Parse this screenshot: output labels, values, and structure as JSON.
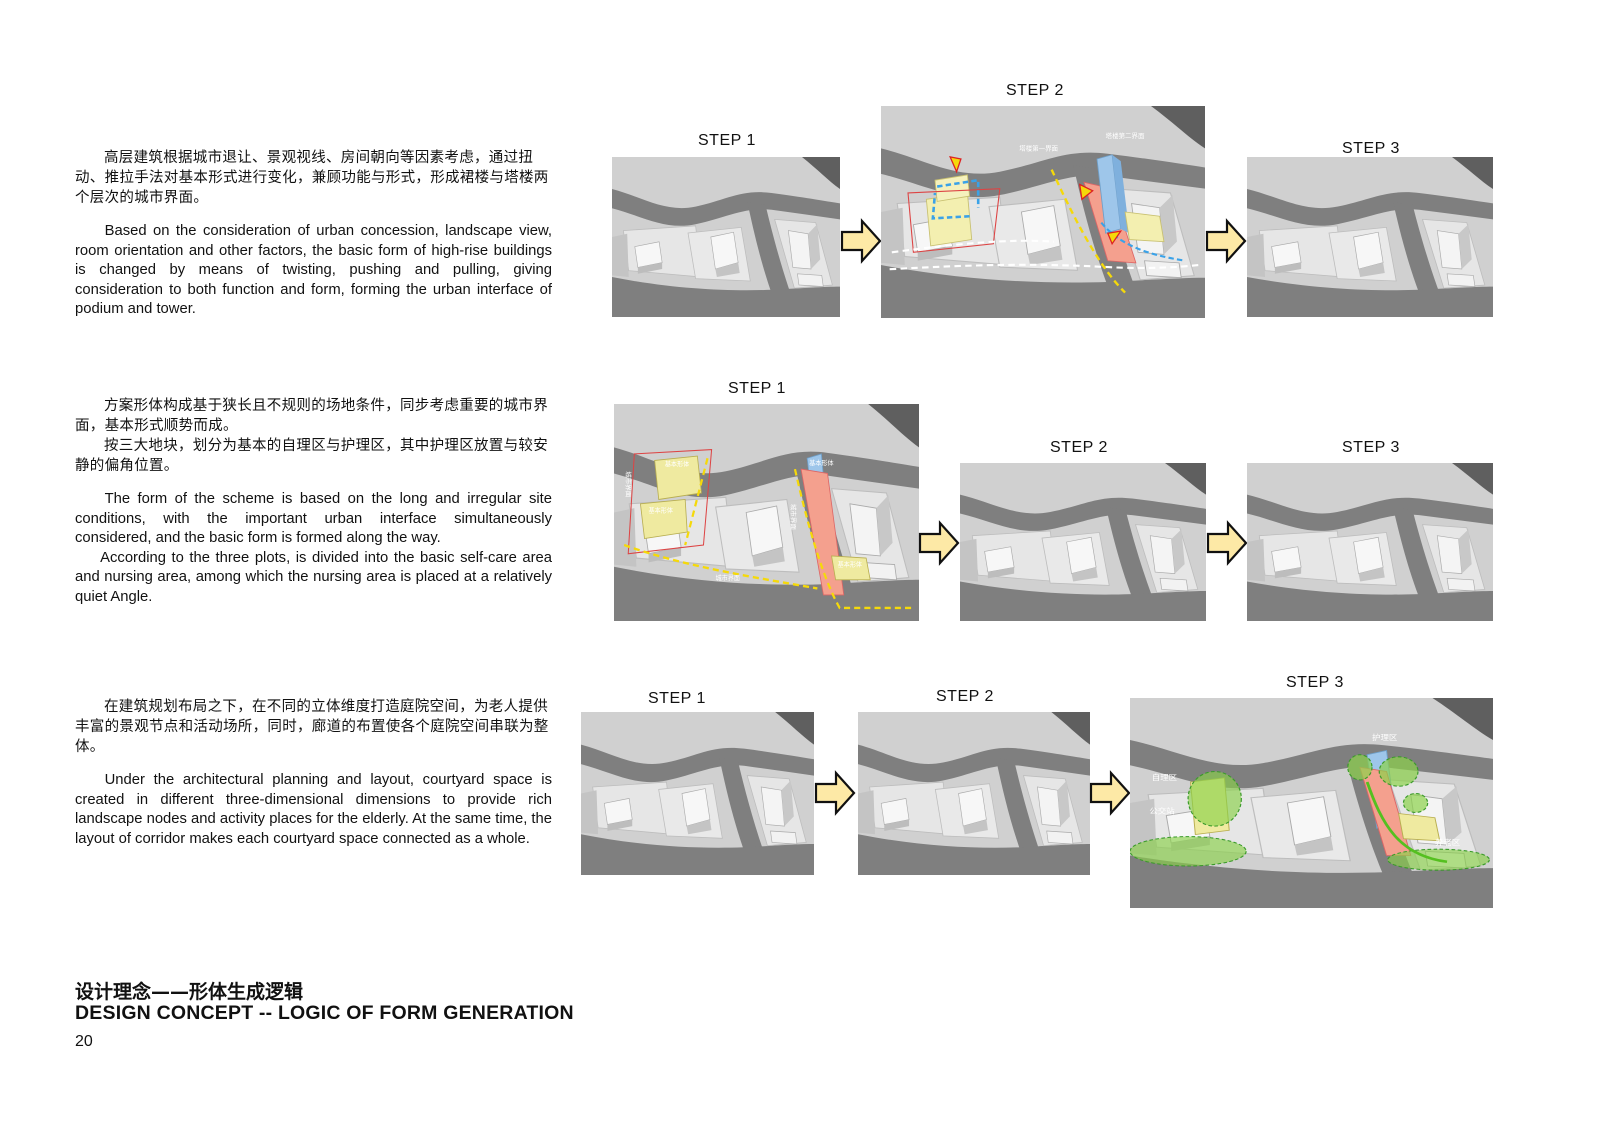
{
  "sections": [
    {
      "cn": [
        "高层建筑根据城市退让、景观视线、房间朝向等因素考虑，通过扭动、推拉手法对基本形式进行变化，兼顾功能与形式，形成裙楼与塔楼两个层次的城市界面。"
      ],
      "en": [
        "Based on the consideration of urban concession, landscape view, room orientation and other factors, the basic form of high-rise buildings is changed by means of twisting, pushing and pulling, giving consideration to both function and form, forming the urban interface of podium and tower."
      ],
      "steps": [
        "STEP 1",
        "STEP 2",
        "STEP 3"
      ],
      "annotations": [
        "塔楼第一界面",
        "塔楼第二界面"
      ]
    },
    {
      "cn": [
        "方案形体构成基于狭长且不规则的场地条件，同步考虑重要的城市界面，基本形式顺势而成。",
        "按三大地块，划分为基本的自理区与护理区，其中护理区放置与较安静的偏角位置。"
      ],
      "en": [
        "The form of the scheme is based on the long and irregular site conditions, with the important urban interface simultaneously considered, and the basic form is formed along the way.",
        "According to the three plots, is divided into the basic self-care area and nursing area, among which the nursing area is placed at a relatively quiet Angle."
      ],
      "steps": [
        "STEP 1",
        "STEP 2",
        "STEP 3"
      ],
      "annotations": [
        "基本形体",
        "基本形体",
        "基本形体",
        "基本形体",
        "城市界面",
        "城市界面",
        "城市界面"
      ]
    },
    {
      "cn": [
        "在建筑规划布局之下，在不同的立体维度打造庭院空间，为老人提供丰富的景观节点和活动场所，同时，廊道的布置使各个庭院空间串联为整体。"
      ],
      "en": [
        "Under the architectural planning and layout, courtyard space is created in different three-dimensional dimensions to provide rich landscape nodes and activity places for the elderly. At the same time, the layout of corridor makes each courtyard space connected as a whole."
      ],
      "steps": [
        "STEP 1",
        "STEP 2",
        "STEP 3"
      ],
      "annotations": [
        "自理区",
        "公交站",
        "护理区",
        "养老区"
      ]
    }
  ],
  "footer": {
    "title_cn": "设计理念——形体生成逻辑",
    "title_en": "DESIGN CONCEPT -- LOGIC OF FORM GENERATION",
    "page_number": "20"
  },
  "colors": {
    "road": "#7f7f7f",
    "ground": "#cfcfcf",
    "building": "#f3f3f3",
    "arrow_fill": "#fde9a6",
    "arrow_stroke": "#111111",
    "yellow_mass": "#f3efb0",
    "salmon": "#f4a08e",
    "blue_tower": "#9ec6ea",
    "green": "#8bd14a",
    "annotation_arrow_blue": "#3aa2e8",
    "annotation_arrow_yellow": "#f5d90a"
  }
}
